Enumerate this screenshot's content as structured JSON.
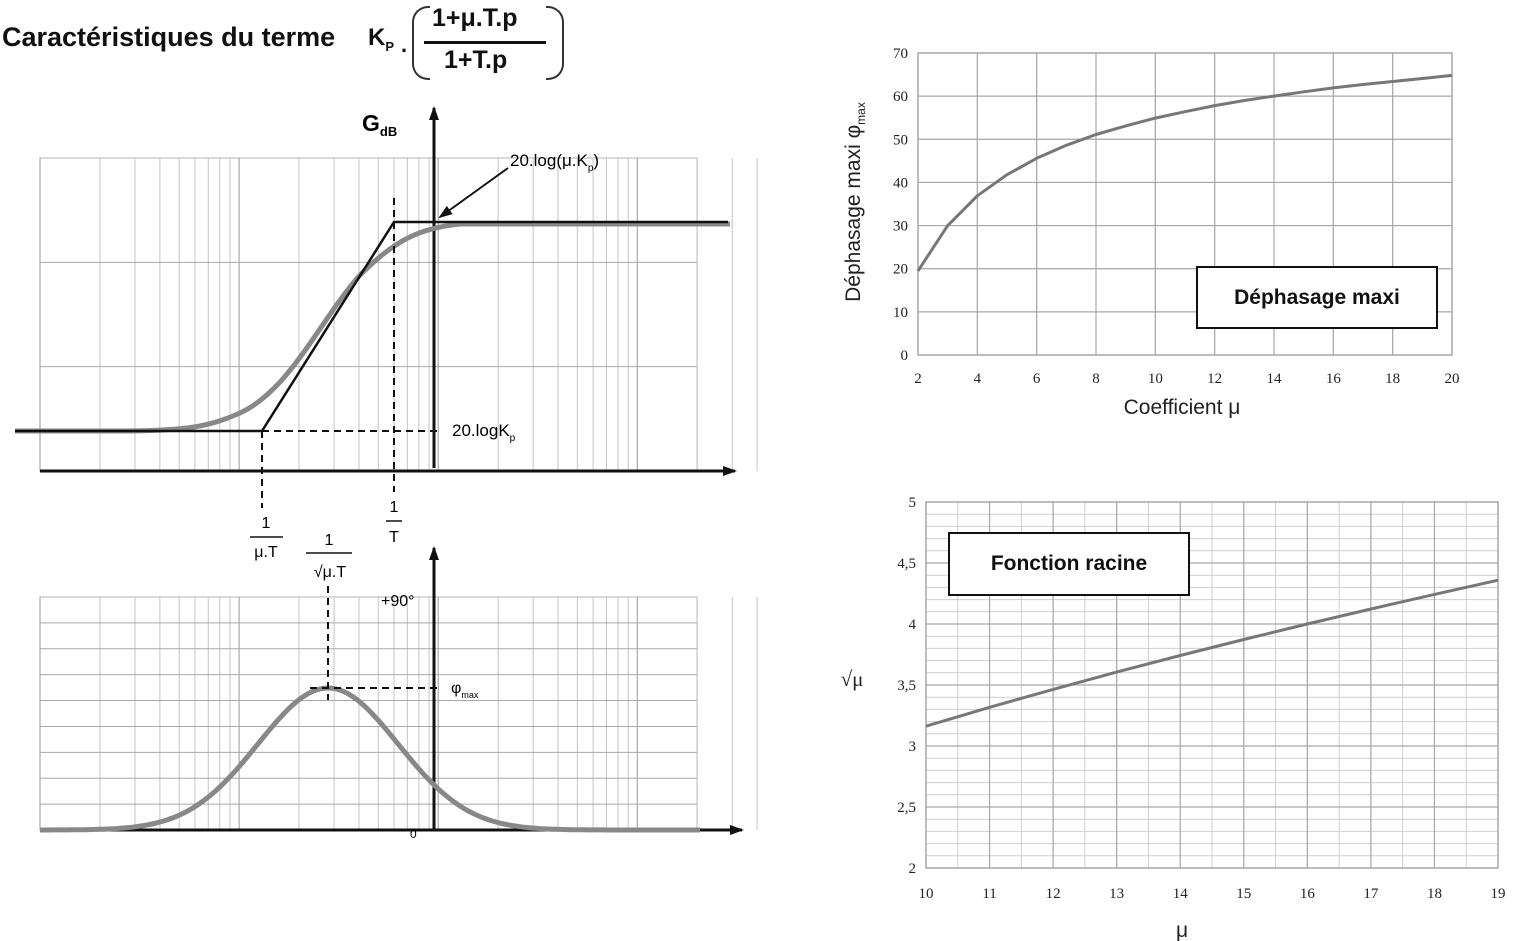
{
  "header": {
    "title": "Caractéristiques du terme",
    "formula_k": "K",
    "formula_k_sub": "P",
    "formula_dot": ".",
    "formula_num": "1+μ.T.p",
    "formula_den": "1+T.p"
  },
  "bode": {
    "gain_axis_label": "G",
    "gain_axis_sub": "dB",
    "high_gain_label": "20.log(μ.K",
    "high_gain_sub": "p",
    "high_gain_close": ")",
    "low_gain_label": "20.logK",
    "low_gain_sub": "p",
    "freq1_num": "1",
    "freq1_den": "μ.T",
    "freq2_num": "1",
    "freq2_den": "T",
    "freq_mid_num": "1",
    "freq_mid_den": "√μ.T",
    "phase_top_label": "+90°",
    "phase_max_label": "φ",
    "phase_max_sub": "max",
    "phase_zero_label": "0"
  },
  "chart_data": [
    {
      "type": "line",
      "title": "Déphasage maxi",
      "xlabel": "Coefficient μ",
      "ylabel": "Déphasage maxi φ",
      "ylabel_sub": "max",
      "xlim": [
        2,
        20
      ],
      "ylim": [
        0,
        70
      ],
      "xticks": [
        2,
        4,
        6,
        8,
        10,
        12,
        14,
        16,
        18,
        20
      ],
      "yticks": [
        0,
        10,
        20,
        30,
        40,
        50,
        60,
        70
      ],
      "grid": true,
      "series": [
        {
          "x": [
            2,
            3,
            4,
            5,
            6,
            7,
            8,
            9,
            10,
            11,
            12,
            13,
            14,
            15,
            16,
            17,
            18,
            19,
            20
          ],
          "y": [
            19.5,
            30.0,
            36.9,
            41.8,
            45.6,
            48.6,
            51.1,
            53.1,
            54.9,
            56.4,
            57.8,
            59.0,
            60.0,
            61.0,
            61.9,
            62.7,
            63.4,
            64.1,
            64.8
          ]
        }
      ],
      "color": "#777777"
    },
    {
      "type": "line",
      "title": "Fonction racine",
      "xlabel": "μ",
      "ylabel": "√μ",
      "xlim": [
        10,
        19
      ],
      "ylim": [
        2,
        5
      ],
      "xticks": [
        10,
        11,
        12,
        13,
        14,
        15,
        16,
        17,
        18,
        19
      ],
      "yticks": [
        2,
        2.5,
        3,
        3.5,
        4,
        4.5,
        5
      ],
      "ytick_labels": [
        "2",
        "2,5",
        "3",
        "3,5",
        "4",
        "4,5",
        "5"
      ],
      "grid": true,
      "series": [
        {
          "x": [
            10,
            11,
            12,
            13,
            14,
            15,
            16,
            17,
            18,
            19
          ],
          "y": [
            3.162,
            3.317,
            3.464,
            3.606,
            3.742,
            3.873,
            4.0,
            4.123,
            4.243,
            4.359
          ]
        }
      ],
      "color": "#777777"
    }
  ]
}
